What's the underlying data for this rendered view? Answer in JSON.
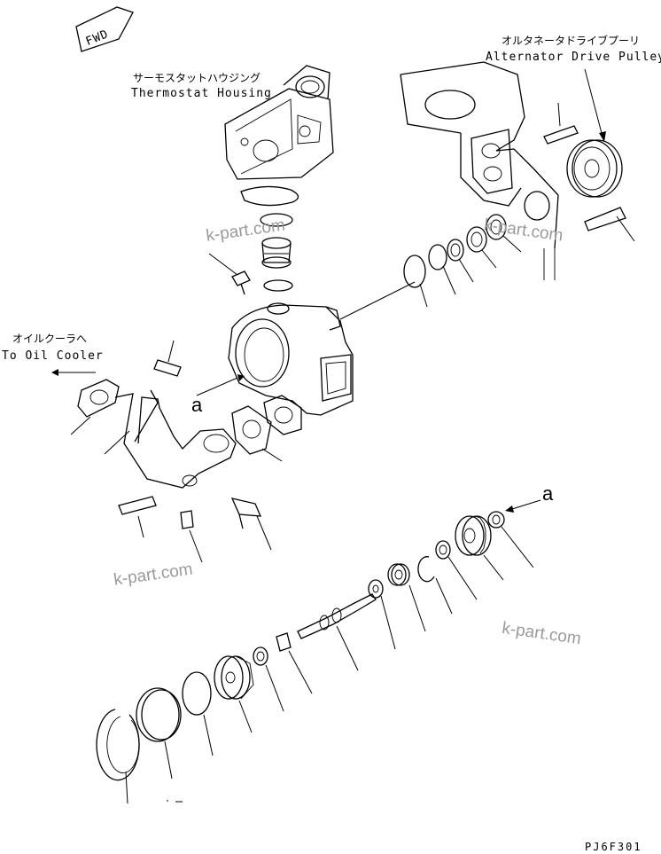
{
  "fwd_label": "FWD",
  "labels": {
    "thermostat_housing_jp": "サーモスタットハウジング",
    "thermostat_housing_en": "Thermostat Housing",
    "alternator_pulley_jp": "オルタネータドライブプーリ",
    "alternator_pulley_en": "Alternator Drive Pulley",
    "oil_cooler_jp": "オイルクーラへ",
    "oil_cooler_en": "To Oil Cooler"
  },
  "reference_marks": {
    "left": "a",
    "right": "a"
  },
  "watermarks": [
    "k-part.com",
    "k-part.com",
    "k-part.com",
    "k-part.com"
  ],
  "drawing_code": "PJ6F301"
}
